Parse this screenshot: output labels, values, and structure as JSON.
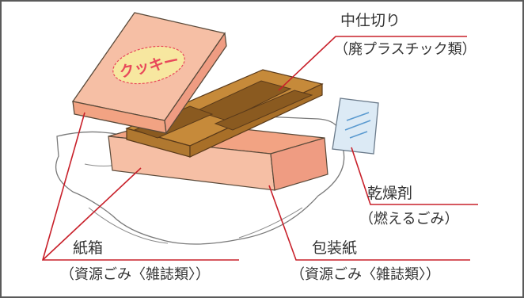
{
  "box_lid_text": "クッキー",
  "labels": {
    "divider": {
      "name": "中仕切り",
      "category": "（廃プラスチック類）"
    },
    "desiccant": {
      "name": "乾燥剤",
      "category": "（燃えるごみ）"
    },
    "paper_box": {
      "name": "紙箱",
      "category": "（資源ごみ〈雑誌類〉）"
    },
    "wrapping_paper": {
      "name": "包装紙",
      "category": "（資源ごみ〈雑誌類〉）"
    }
  },
  "colors": {
    "leader_line": "#c8202a",
    "outline": "#5a4a3a",
    "box_peach": "#f6bfa5",
    "tray_brown": "#c68a3a",
    "label_ellipse": "#f7e7a0",
    "lid_text": "#e8485a",
    "desiccant_fill": "#dceaf5"
  }
}
